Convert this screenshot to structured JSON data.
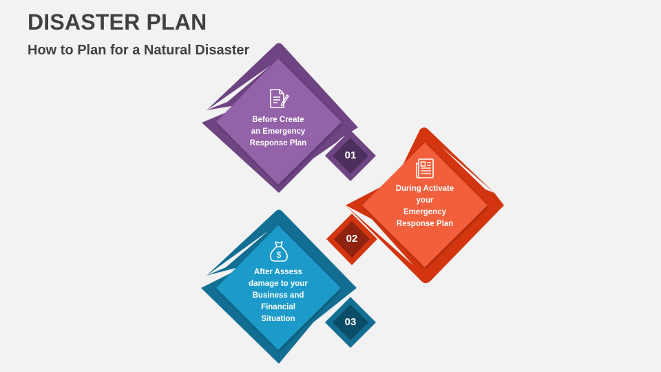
{
  "header": {
    "title": "DISASTER PLAN",
    "subtitle": "How to Plan for a Natural Disaster"
  },
  "steps": [
    {
      "number": "01",
      "phase": "Before",
      "text": "Before Create an Emergency Response Plan",
      "lines": [
        "Before Create",
        "an Emergency",
        "Response Plan"
      ],
      "icon": "document-edit-icon",
      "colors": {
        "outer": "#6e4482",
        "inner": "#9462a8",
        "badge_outer": "#6e4482",
        "badge_inner": "#4c2f5c"
      }
    },
    {
      "number": "02",
      "phase": "During",
      "text": "During Activate your Emergency Response Plan",
      "lines": [
        "During Activate",
        "your",
        "Emergency",
        "Response Plan"
      ],
      "icon": "newspaper-icon",
      "colors": {
        "outer": "#d3350f",
        "inner": "#f15f3c",
        "badge_outer": "#d3350f",
        "badge_inner": "#8f2211"
      }
    },
    {
      "number": "03",
      "phase": "After",
      "text": "After Assess damage to your Business and Financial Situation",
      "lines": [
        "After Assess",
        "damage to your",
        "Business and",
        "Financial",
        "Situation"
      ],
      "icon": "money-bag-icon",
      "colors": {
        "outer": "#126f93",
        "inner": "#1a9bcb",
        "badge_outer": "#126f93",
        "badge_inner": "#0b4c66"
      }
    }
  ]
}
